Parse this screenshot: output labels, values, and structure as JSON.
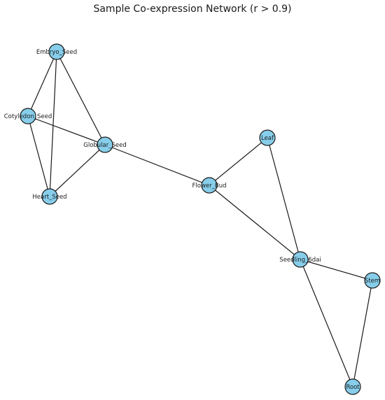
{
  "title": "Sample Co-expression Network (r > 0.9)",
  "colors": {
    "node_fill": "#87ceeb",
    "node_stroke": "#1a1a1a",
    "edge": "#1a1a1a",
    "background": "#ffffff"
  },
  "nodes": [
    {
      "id": "Embryo_Seed",
      "label": "Embryo_Seed"
    },
    {
      "id": "Cotyledon_Seed",
      "label": "Cotyledon_Seed"
    },
    {
      "id": "Globular_Seed",
      "label": "Globular_Seed"
    },
    {
      "id": "Heart_Seed",
      "label": "Heart_Seed"
    },
    {
      "id": "Leaf",
      "label": "Leaf"
    },
    {
      "id": "Flower_Bud",
      "label": "Flower_Bud"
    },
    {
      "id": "Seedling_6dai",
      "label": "Seedling_6dai"
    },
    {
      "id": "Stem",
      "label": "Stem"
    },
    {
      "id": "Root",
      "label": "Root"
    }
  ],
  "edges": [
    [
      "Embryo_Seed",
      "Cotyledon_Seed"
    ],
    [
      "Embryo_Seed",
      "Heart_Seed"
    ],
    [
      "Embryo_Seed",
      "Globular_Seed"
    ],
    [
      "Cotyledon_Seed",
      "Heart_Seed"
    ],
    [
      "Cotyledon_Seed",
      "Globular_Seed"
    ],
    [
      "Globular_Seed",
      "Heart_Seed"
    ],
    [
      "Globular_Seed",
      "Flower_Bud"
    ],
    [
      "Flower_Bud",
      "Leaf"
    ],
    [
      "Flower_Bud",
      "Seedling_6dai"
    ],
    [
      "Leaf",
      "Seedling_6dai"
    ],
    [
      "Seedling_6dai",
      "Stem"
    ],
    [
      "Seedling_6dai",
      "Root"
    ],
    [
      "Stem",
      "Root"
    ]
  ]
}
